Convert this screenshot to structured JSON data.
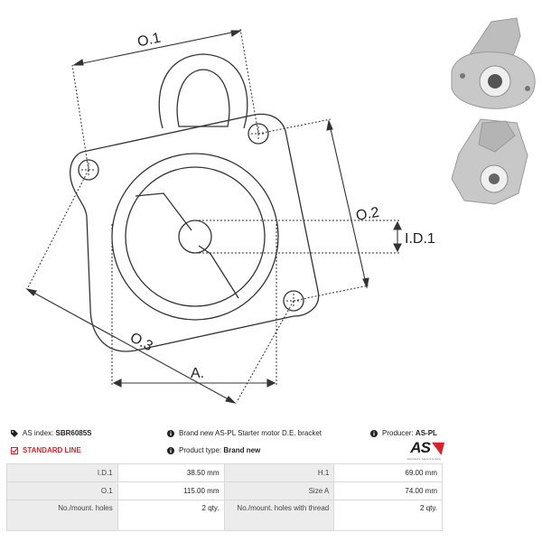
{
  "drawing": {
    "labels": {
      "o1": "O.1",
      "o2": "O.2",
      "o3": "O.3",
      "id1": "I.D.1",
      "a": "A."
    }
  },
  "photos": [
    {
      "name": "bracket-photo-front",
      "color": "#c6c6c6"
    },
    {
      "name": "bracket-photo-side",
      "color": "#c6c6c6"
    }
  ],
  "info": {
    "index_label": "AS index:",
    "index_value": "SBR6085S",
    "description": "Brand new AS-PL Starter motor D.E. bracket",
    "producer_label": "Producer:",
    "producer_value": "AS-PL",
    "standard_line": "STANDARD LINE",
    "product_type_label": "Product type:",
    "product_type_value": "Brand new",
    "logo_text": "AS",
    "logo_tagline": "Alternators, Starters & Parts"
  },
  "specs": [
    {
      "k1": "I.D.1",
      "v1": "38.50 mm",
      "k2": "H.1",
      "v2": "69.00 mm"
    },
    {
      "k1": "O.1",
      "v1": "115.00 mm",
      "k2": "Size A",
      "v2": "74.00 mm"
    },
    {
      "k1": "No./mount. holes",
      "v1": "2 qty.",
      "k2": "No./mount. holes with thread",
      "v2": "2 qty."
    }
  ],
  "colors": {
    "accent": "#d8232a",
    "line": "#333333",
    "label_bg": "#ececec"
  }
}
